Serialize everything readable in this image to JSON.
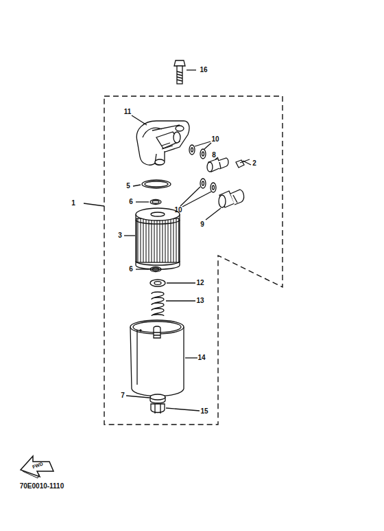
{
  "diagram": {
    "labels": [
      "16",
      "11",
      "10",
      "8",
      "2",
      "5",
      "1",
      "6",
      "10",
      "9",
      "3",
      "6",
      "12",
      "13",
      "14",
      "7",
      "15",
      "FWD",
      "70E0010-1110"
    ]
  }
}
